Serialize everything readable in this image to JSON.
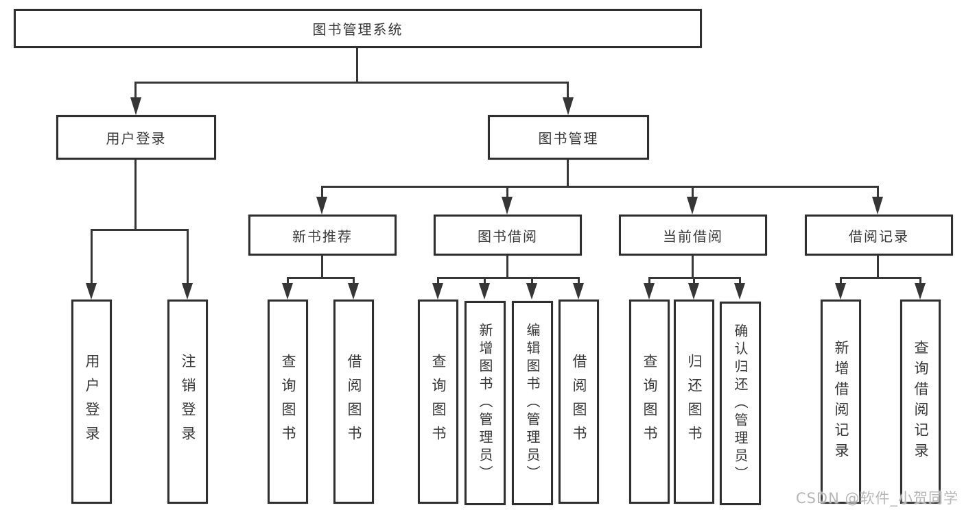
{
  "diagram": {
    "root": {
      "label": "图书管理系统"
    },
    "branches": [
      {
        "label": "用户登录",
        "children": [
          {
            "label": "用户登录"
          },
          {
            "label": "注销登录"
          }
        ]
      },
      {
        "label": "图书管理",
        "children": [
          {
            "label": "新书推荐",
            "children": [
              {
                "label": "查询图书"
              },
              {
                "label": "借阅图书"
              }
            ]
          },
          {
            "label": "图书借阅",
            "children": [
              {
                "label": "查询图书"
              },
              {
                "label": "新增图书（管理员）"
              },
              {
                "label": "编辑图书（管理员）"
              },
              {
                "label": "借阅图书"
              }
            ]
          },
          {
            "label": "当前借阅",
            "children": [
              {
                "label": "查询图书"
              },
              {
                "label": "归还图书"
              },
              {
                "label": "确认归还（管理员）"
              }
            ]
          },
          {
            "label": "借阅记录",
            "children": [
              {
                "label": "新增借阅记录"
              },
              {
                "label": "查询借阅记录"
              }
            ]
          }
        ]
      }
    ]
  },
  "watermark": {
    "text": "CSDN @软件_小贺同学"
  },
  "colors": {
    "line": "#363636",
    "border": "#2f2f2f",
    "text": "#383838",
    "watermark": "#b6b6b6",
    "background": "#ffffff"
  }
}
